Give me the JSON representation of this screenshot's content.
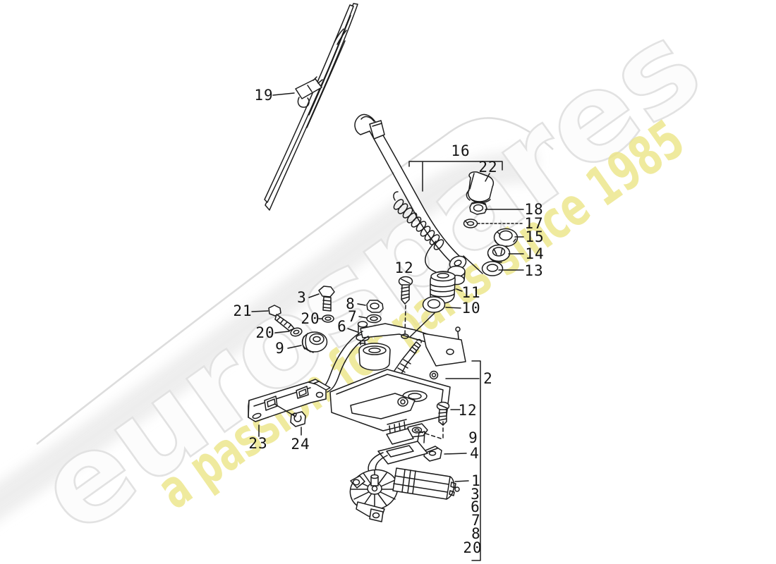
{
  "watermark": {
    "brand": "eurospares",
    "tagline": "a passion for parts since 1985",
    "brand_fill": "#fcfcfc",
    "brand_outline": "#e2e2e2",
    "tagline_color": "#ece586",
    "swoosh_color": "#dcdcdc"
  },
  "diagram": {
    "line_color": "#1c1c1c",
    "description": "exploded parts diagram - rear window wiper: blade, arm, wiper motor and fasteners",
    "callouts": [
      {
        "t": "19"
      },
      {
        "t": "16"
      },
      {
        "t": "22"
      },
      {
        "t": "18"
      },
      {
        "t": "17"
      },
      {
        "t": "15"
      },
      {
        "t": "14"
      },
      {
        "t": "13"
      },
      {
        "t": "12"
      },
      {
        "t": "11"
      },
      {
        "t": "10"
      },
      {
        "t": "3"
      },
      {
        "t": "8"
      },
      {
        "t": "7"
      },
      {
        "t": "20"
      },
      {
        "t": "6"
      },
      {
        "t": "21"
      },
      {
        "t": "20"
      },
      {
        "t": "9"
      },
      {
        "t": "2"
      },
      {
        "t": "12"
      },
      {
        "t": "9"
      },
      {
        "t": "4"
      },
      {
        "t": "1"
      },
      {
        "t": "3"
      },
      {
        "t": "6"
      },
      {
        "t": "7"
      },
      {
        "t": "8"
      },
      {
        "t": "20"
      },
      {
        "t": "23"
      },
      {
        "t": "24"
      }
    ]
  }
}
